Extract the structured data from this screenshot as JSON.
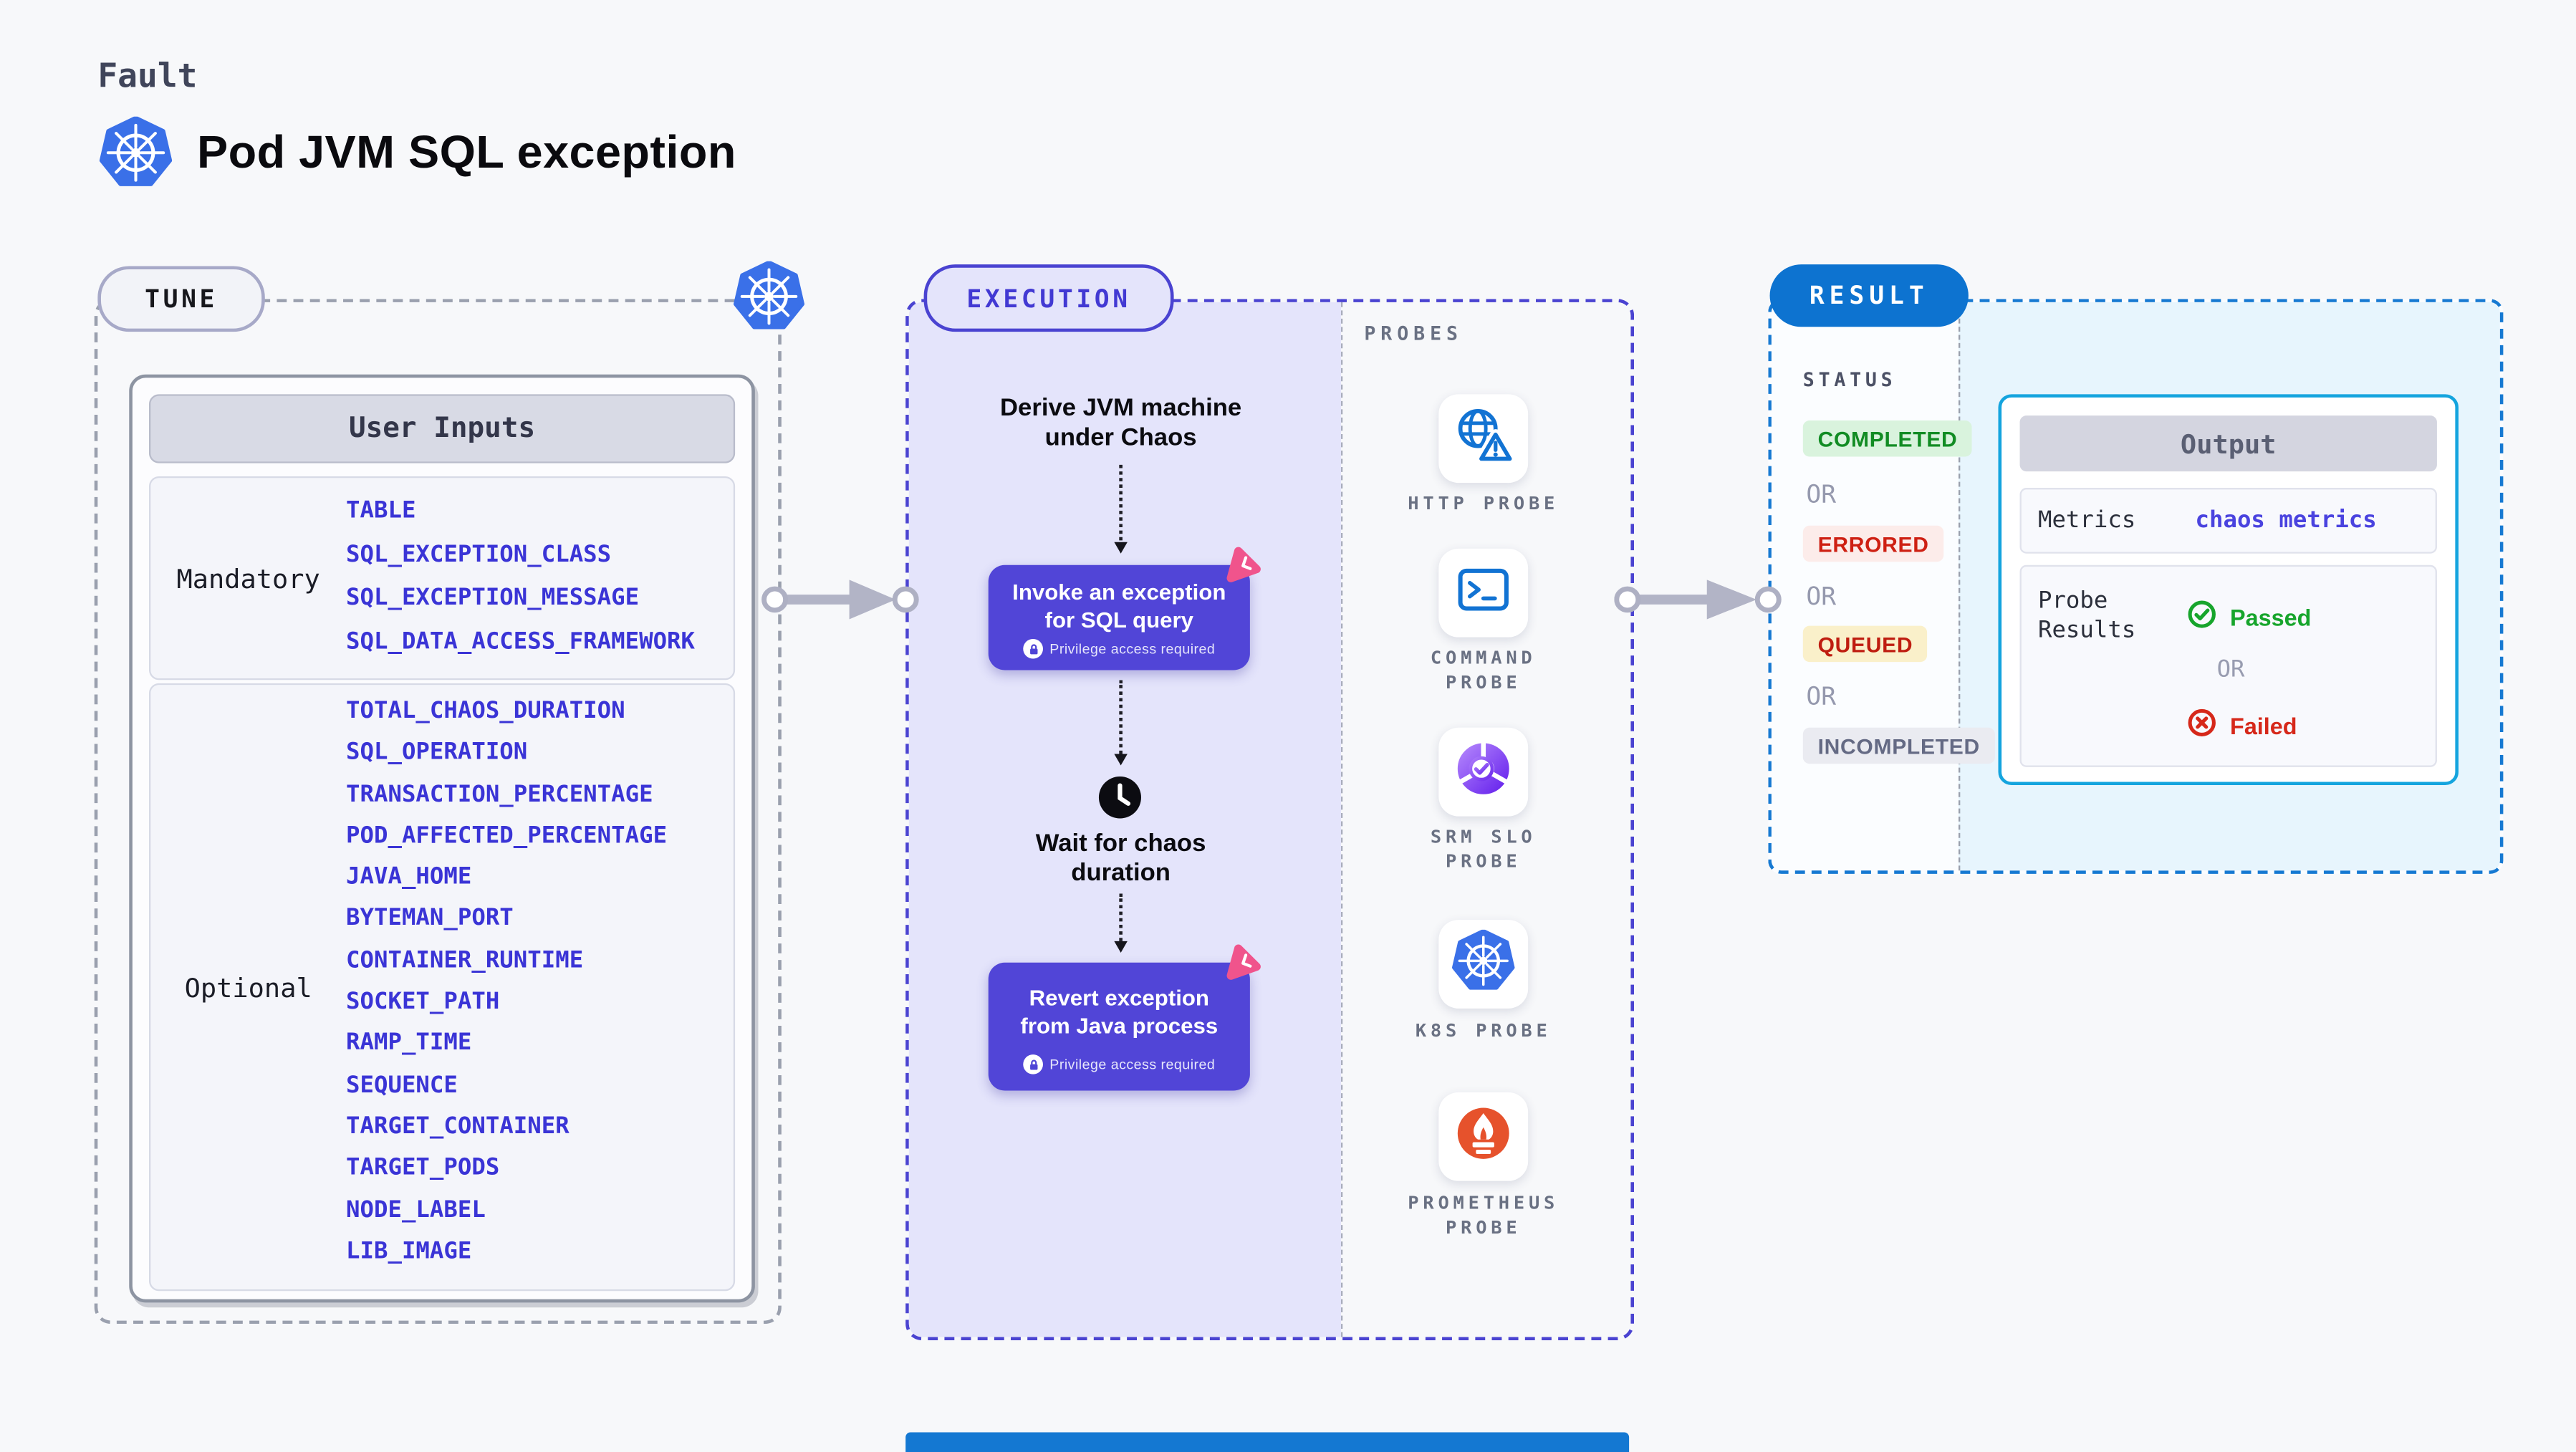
{
  "page": {
    "kicker": "Fault",
    "title": "Pod JVM SQL exception"
  },
  "tune": {
    "badge": "TUNE",
    "card_title": "User Inputs",
    "groups": [
      {
        "label": "Mandatory",
        "params": [
          "TABLE",
          "SQL_EXCEPTION_CLASS",
          "SQL_EXCEPTION_MESSAGE",
          "SQL_DATA_ACCESS_FRAMEWORK"
        ]
      },
      {
        "label": "Optional",
        "params": [
          "TOTAL_CHAOS_DURATION",
          "SQL_OPERATION",
          "TRANSACTION_PERCENTAGE",
          "POD_AFFECTED_PERCENTAGE",
          "JAVA_HOME",
          "BYTEMAN_PORT",
          "CONTAINER_RUNTIME",
          "SOCKET_PATH",
          "RAMP_TIME",
          "SEQUENCE",
          "TARGET_CONTAINER",
          "TARGET_PODS",
          "NODE_LABEL",
          "LIB_IMAGE"
        ]
      }
    ]
  },
  "execution": {
    "badge": "EXECUTION",
    "steps": [
      {
        "type": "text",
        "lines": [
          "Derive JVM machine",
          "under Chaos"
        ]
      },
      {
        "type": "action",
        "lines": [
          "Invoke an exception",
          "for SQL query"
        ],
        "note": "Privilege access required"
      },
      {
        "type": "wait",
        "lines": [
          "Wait for chaos",
          "duration"
        ]
      },
      {
        "type": "action",
        "lines": [
          "Revert exception",
          "from Java process"
        ],
        "note": "Privilege access required"
      }
    ]
  },
  "probes": {
    "label": "PROBES",
    "items": [
      {
        "label": "HTTP PROBE",
        "icon": "globe-alert-icon"
      },
      {
        "label": "COMMAND PROBE",
        "icon": "terminal-icon"
      },
      {
        "label": "SRM SLO PROBE",
        "icon": "slo-gauge-icon"
      },
      {
        "label": "K8S PROBE",
        "icon": "kubernetes-icon"
      },
      {
        "label": "PROMETHEUS PROBE",
        "icon": "prometheus-icon"
      }
    ]
  },
  "result": {
    "badge": "RESULT",
    "status_label": "STATUS",
    "or": "OR",
    "statuses": [
      {
        "label": "COMPLETED",
        "color": "#128c24",
        "bg": "#d9f3dd"
      },
      {
        "label": "ERRORED",
        "color": "#ce2013",
        "bg": "#fcecea"
      },
      {
        "label": "QUEUED",
        "color": "#bf1d10",
        "bg": "#faf0ca"
      },
      {
        "label": "INCOMPLETED",
        "color": "#646a84",
        "bg": "#eaebf1"
      }
    ],
    "output": {
      "title": "Output",
      "metrics_label": "Metrics",
      "metrics_value": "chaos metrics",
      "probe_results_label": "Probe Results",
      "passed": "Passed",
      "or": "OR",
      "failed": "Failed"
    }
  },
  "colors": {
    "accent_indigo": "#4a43d1",
    "action_fill": "#5145d7",
    "result_blue": "#0d73d0",
    "output_border": "#14a4de",
    "param_blue": "#3a34d6",
    "k8s_blue": "#3a70e8",
    "prometheus_orange": "#e6522c",
    "chaos_pink": "#f0548c",
    "success_green": "#17a52c",
    "fail_red": "#d6281a"
  }
}
